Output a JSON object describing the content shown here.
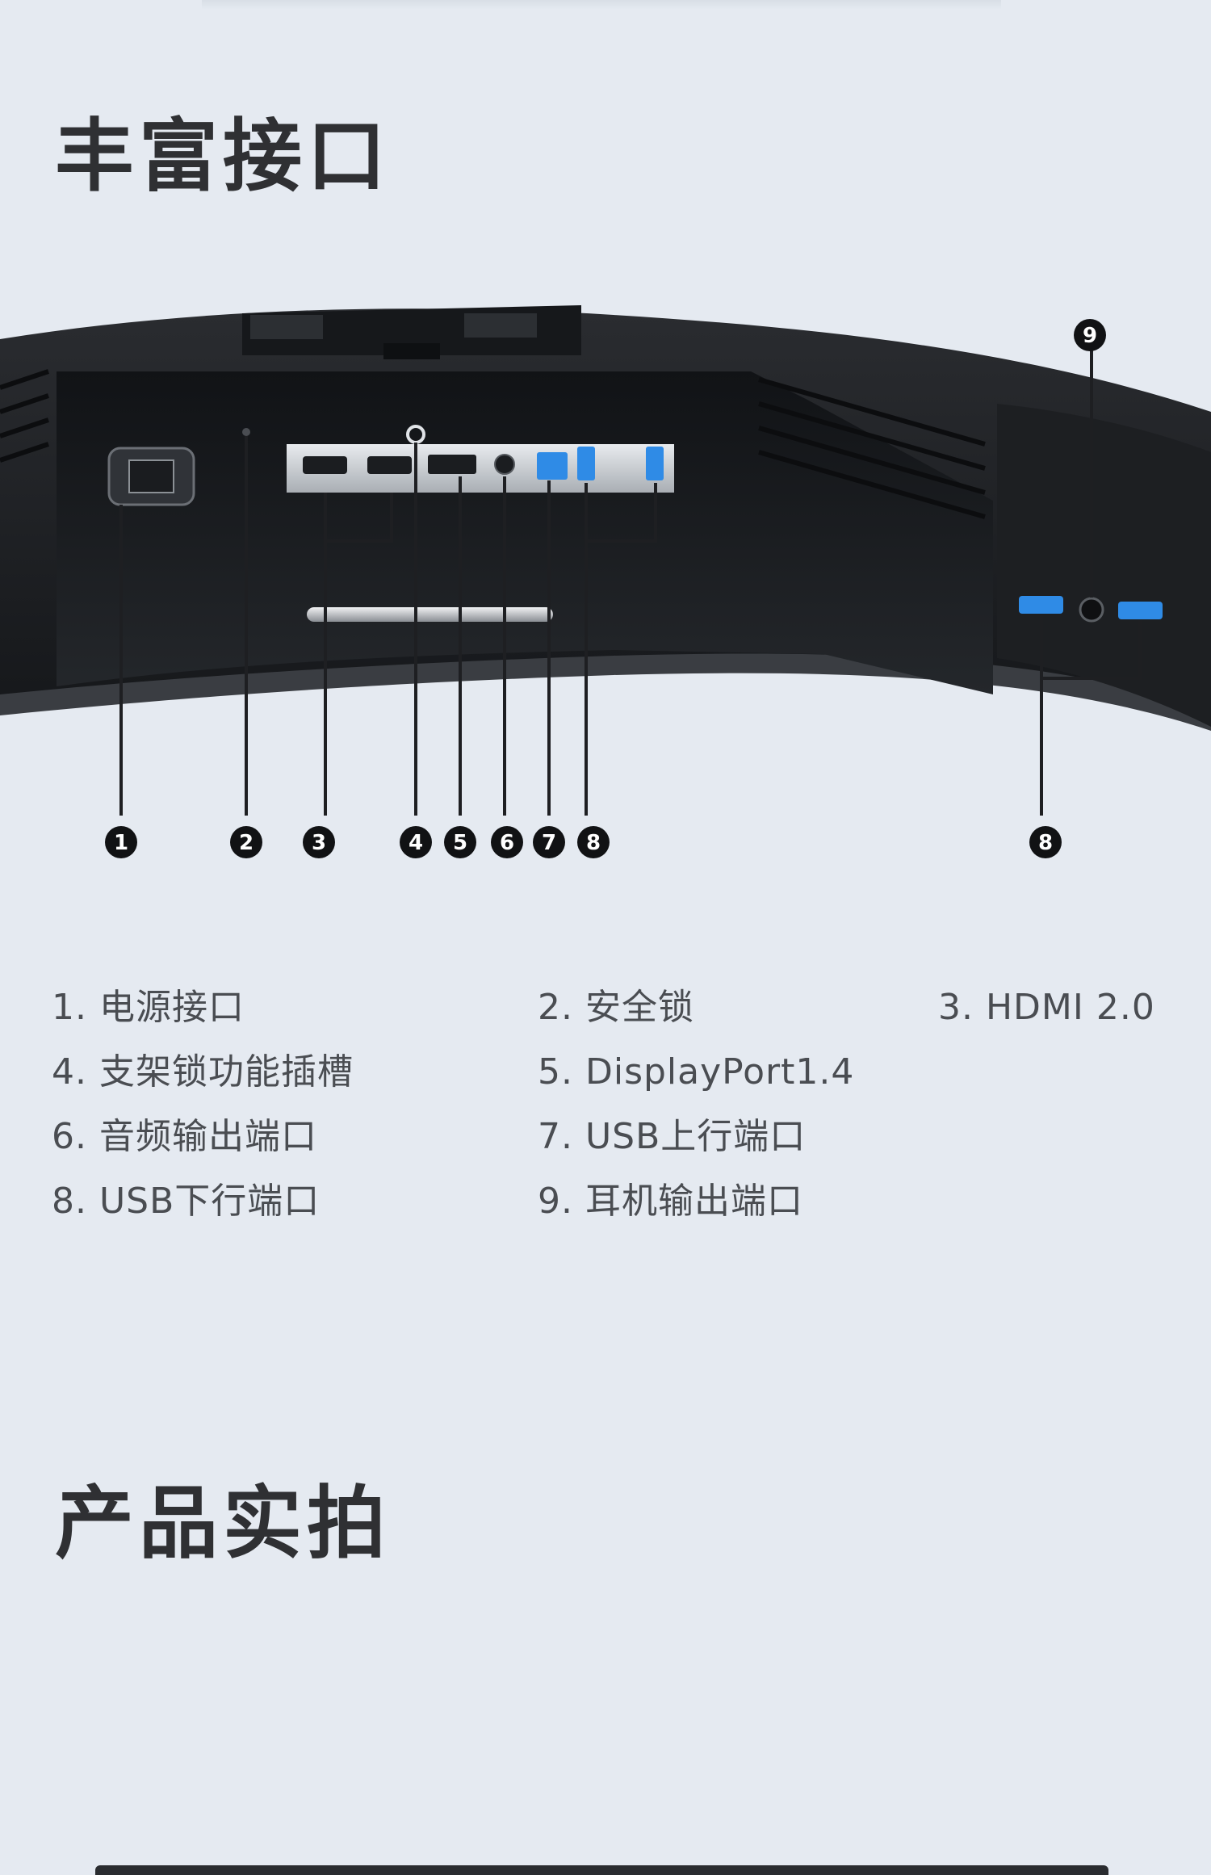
{
  "sections": {
    "ports_title": "丰富接口",
    "photos_title": "产品实拍"
  },
  "callouts": [
    "1",
    "2",
    "3",
    "4",
    "5",
    "6",
    "7",
    "8",
    "8",
    "9"
  ],
  "legend": [
    "1. 电源接口",
    "2. 安全锁",
    "3. HDMI 2.0",
    "4. 支架锁功能插槽",
    "5. DisplayPort1.4",
    "6. 音频输出端口",
    "7. USB上行端口",
    "8. USB下行端口",
    "9. 耳机输出端口"
  ],
  "colors": {
    "background": "#e5eaf1",
    "title": "#2f3033",
    "legend_text": "#4a4d52",
    "monitor_body": "#1f2124",
    "usb_blue": "#2f8be6"
  }
}
